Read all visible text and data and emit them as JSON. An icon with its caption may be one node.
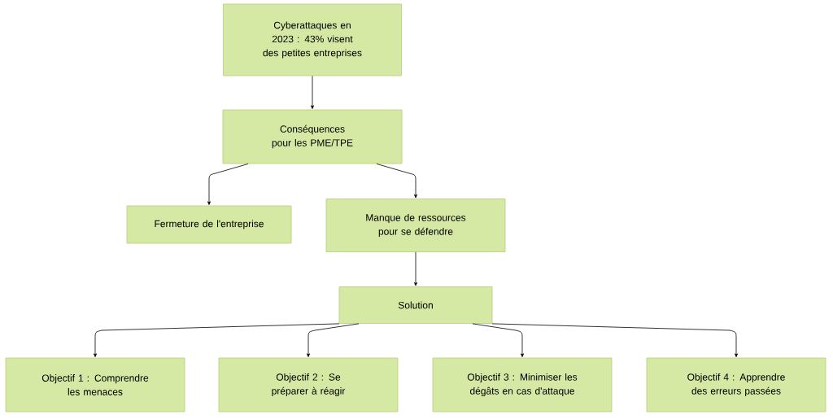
{
  "diagram": {
    "nodes": [
      {
        "text": [
          "Cyberattaques en 2023 : 43% visent des petites entreprises"
        ]
      },
      {
        "text": [
          "Conséquences pour les PME/TPE"
        ]
      },
      {
        "text": [
          "Fermeture de l'entreprise"
        ]
      },
      {
        "text": [
          "Manque de ressources pour se défendre"
        ]
      },
      {
        "text": [
          "Solution"
        ]
      },
      {
        "text": [
          "Objectif 1 : Comprendre les menaces"
        ]
      },
      {
        "text": [
          "Objectif 2 : Se préparer à réagir"
        ]
      },
      {
        "text": [
          "Objectif 3 : Minimiser les dégâts en cas d'attaque"
        ]
      },
      {
        "text": [
          "Objectif 4 : Apprendre des erreurs passées"
        ]
      }
    ],
    "edges": [
      {
        "from": 0,
        "to": 1,
        "arrow": "to"
      },
      {
        "from": 1,
        "to": 2,
        "arrow": "to"
      },
      {
        "from": 1,
        "to": 3,
        "arrow": "to"
      },
      {
        "from": 3,
        "to": 4,
        "arrow": "to"
      },
      {
        "from": 4,
        "to": 5,
        "arrow": "to"
      },
      {
        "from": 4,
        "to": 6,
        "arrow": "to"
      },
      {
        "from": 4,
        "to": 7,
        "arrow": "to"
      },
      {
        "from": 4,
        "to": 8,
        "arrow": "to"
      }
    ]
  }
}
